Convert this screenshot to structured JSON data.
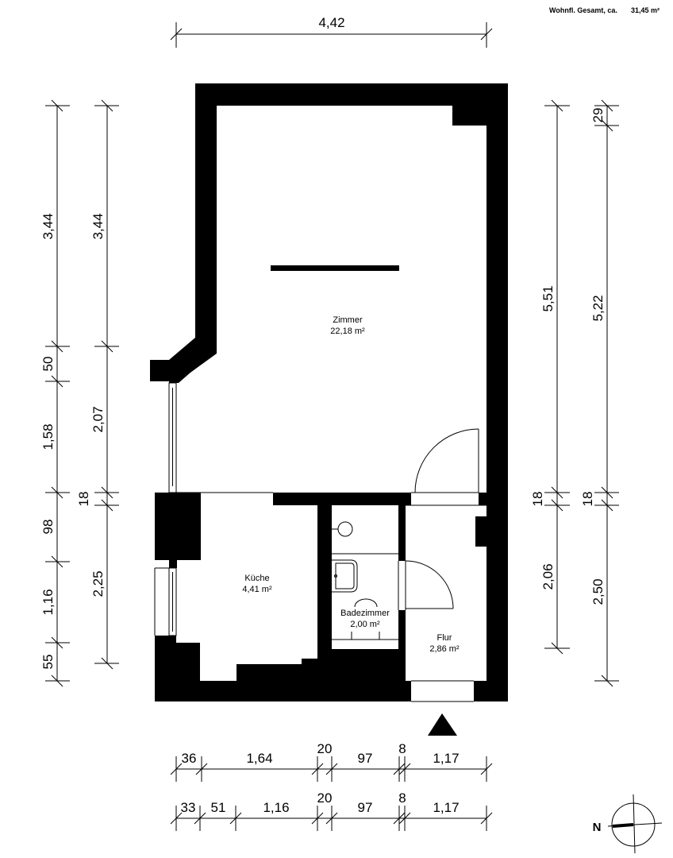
{
  "header": {
    "total_area_label": "Wohnfl. Gesamt, ca.",
    "total_area_value": "31,45 m²"
  },
  "rooms": [
    {
      "name": "Zimmer",
      "area": "22,18 m²"
    },
    {
      "name": "Küche",
      "area": "4,41 m²"
    },
    {
      "name": "Badezimmer",
      "area": "2,00 m²"
    },
    {
      "name": "Flur",
      "area": "2,86 m²"
    }
  ],
  "dimensions": {
    "top": {
      "total_width": "4,42"
    },
    "left_outer": [
      "3,44",
      "50",
      "1,58",
      "98",
      "1,16",
      "55"
    ],
    "left_inner": [
      "3,44",
      "2,07",
      "18",
      "2,25"
    ],
    "right_inner": [
      "5,51",
      "18",
      "2,06"
    ],
    "right_outer": [
      "29",
      "5,22",
      "18",
      "2,50"
    ],
    "bottom_row1": [
      "36",
      "1,64",
      "20",
      "97",
      "8",
      "1,17"
    ],
    "bottom_row2": [
      "33",
      "51",
      "1,16",
      "20",
      "97",
      "8",
      "1,17"
    ]
  },
  "compass": {
    "label": "N"
  },
  "entrance_marker": "entrance-arrow",
  "colors": {
    "wall": "#000000",
    "background": "#ffffff",
    "line": "#000000"
  }
}
